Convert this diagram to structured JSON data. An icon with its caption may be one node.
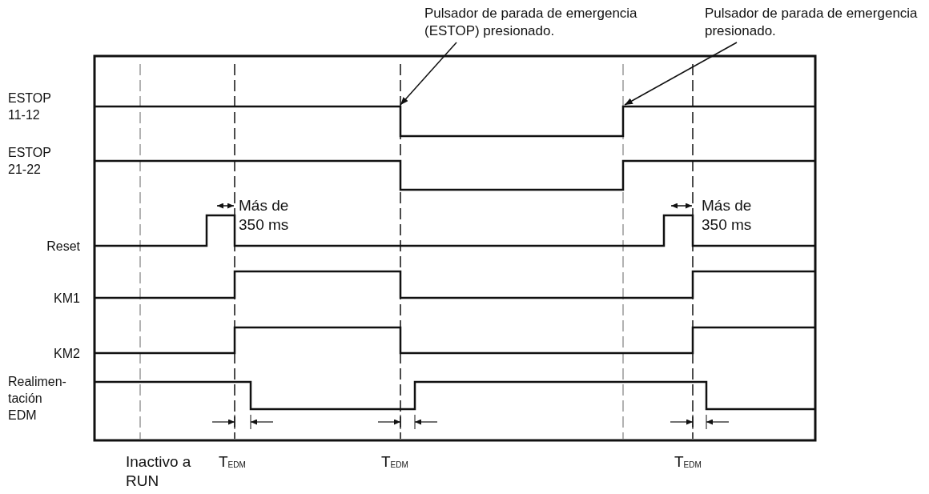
{
  "diagram": {
    "nodes": [
      {
        "text": [
          "Pulsador de parada de emergencia (ESTOP) presionado."
        ]
      },
      {
        "text": [
          "Pulsador de parada de emergencia presionado."
        ]
      }
    ],
    "edges": [
      {
        "from": 0,
        "to": null,
        "arrow": "to"
      },
      {
        "from": 1,
        "to": null,
        "arrow": "to"
      }
    ],
    "labels": [
      "ESTOP 11-12",
      "ESTOP 21-22",
      "Más de 350 ms",
      "Más de 350 ms",
      "Reset",
      "KM1",
      "KM2",
      "Realimen- tación EDM",
      "Inactivo a RUN",
      "T$_{EDM}$",
      "T$_{EDM}$",
      "T$_{EDM}$"
    ]
  }
}
